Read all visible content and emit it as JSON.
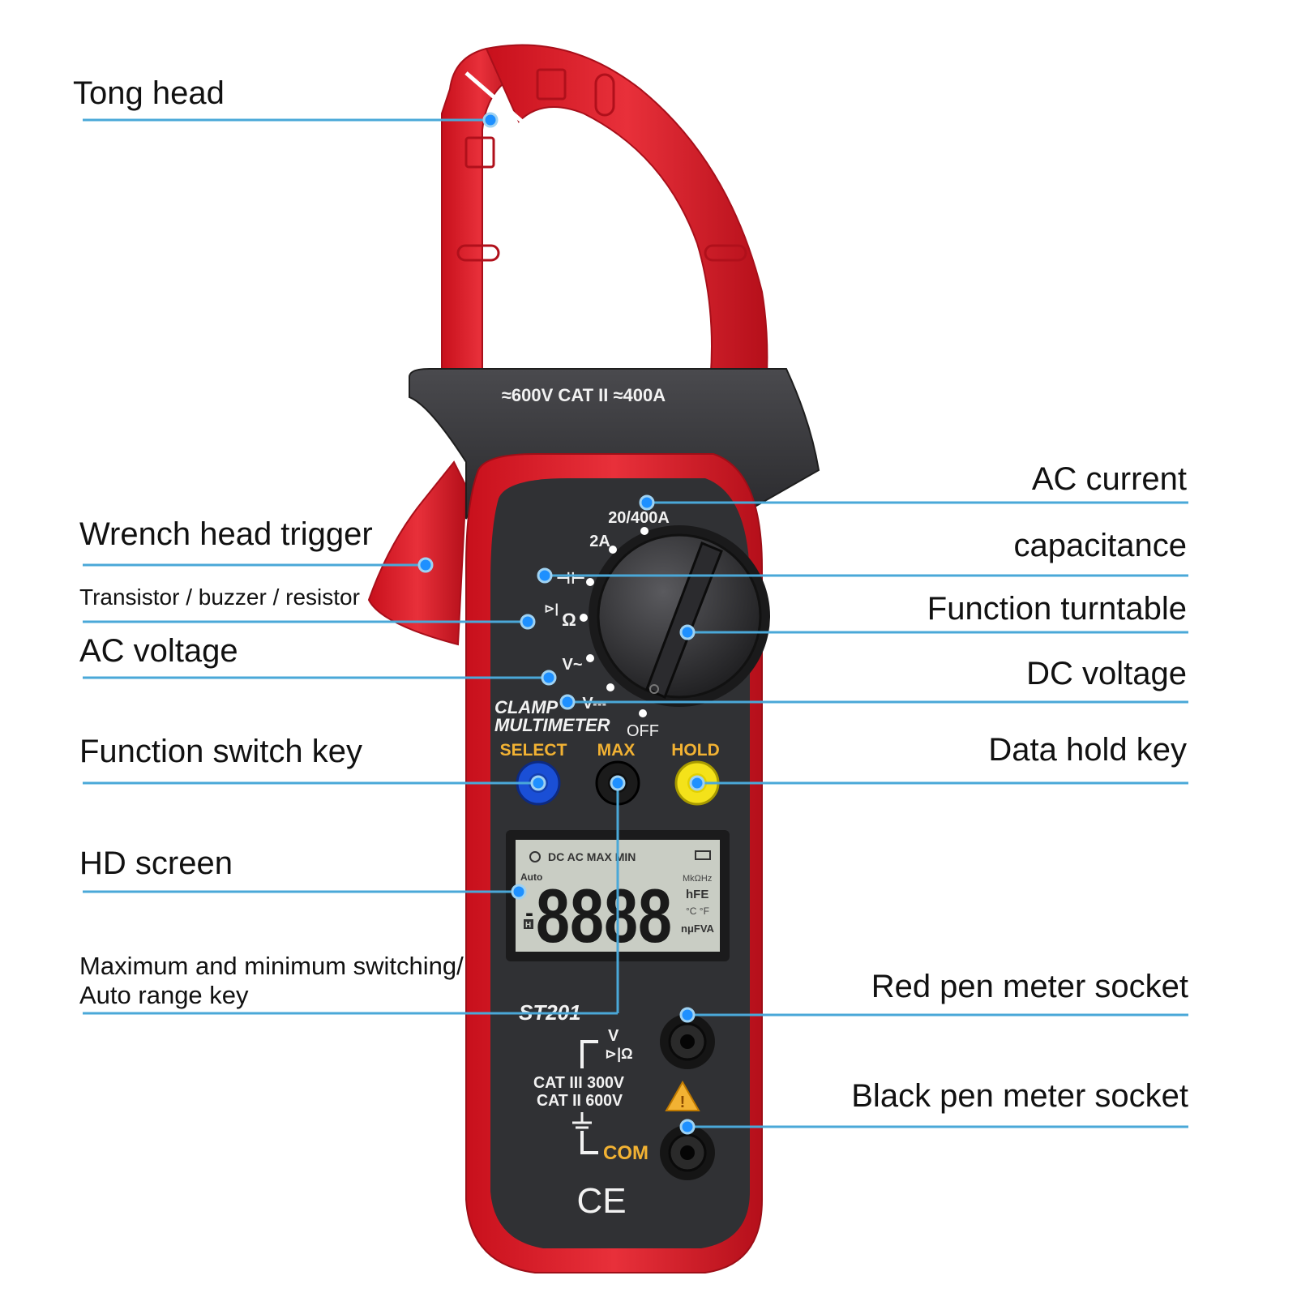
{
  "colors": {
    "body_red": "#e0202e",
    "body_red_dark": "#b8131f",
    "body_gray": "#3a3a3d",
    "face_gray": "#2f3033",
    "callout_line": "#4aa8d8",
    "callout_dot": "#1e90ff",
    "label_text": "#111111",
    "device_text": "#f2f2f2",
    "key_label_gold": "#f2b233",
    "select_key": "#1a4fd6",
    "max_key": "#1b1b1b",
    "hold_key": "#f4e21a",
    "lcd_bg": "#c9cdc4",
    "lcd_digits": "#1a1a1a"
  },
  "labels": {
    "tong_head": "Tong head",
    "wrench_head_trigger": "Wrench head trigger",
    "transistor_buzzer_resistor": "Transistor / buzzer / resistor",
    "ac_voltage": "AC voltage",
    "function_switch_key": "Function switch key",
    "hd_screen": "HD screen",
    "max_min_line1": "Maximum and minimum switching/",
    "max_min_line2": "Auto range key",
    "ac_current": "AC current",
    "capacitance": "capacitance",
    "function_turntable": "Function turntable",
    "dc_voltage": "DC voltage",
    "data_hold_key": "Data hold key",
    "red_pen_socket": "Red pen meter socket",
    "black_pen_socket": "Black pen meter socket"
  },
  "device": {
    "rating": "≈600V CAT II ≈400A",
    "dial_20_400a": "20/400A",
    "dial_2a": "2A",
    "dial_cap": "⊣⊢",
    "dial_ohm": "Ω",
    "dial_diode": "⊳|",
    "dial_vac": "V~",
    "dial_vdc": "V⎓",
    "dial_off": "OFF",
    "brand_line1": "CLAMP",
    "brand_line2": "MULTIMETER",
    "key_select": "SELECT",
    "key_max": "MAX",
    "key_hold": "HOLD",
    "lcd_top": "DC AC   MAX MIN",
    "lcd_auto": "Auto",
    "lcd_digits": "8888",
    "lcd_minus": "-",
    "lcd_hold_box": "H",
    "lcd_unit1": "MkΩHz",
    "lcd_unit2": "hFE",
    "lcd_unit3": "°C °F",
    "lcd_unit4": "nμFVA",
    "model": "ST201",
    "socket_v": "V",
    "socket_ohm": "⊳|Ω",
    "cat3": "CAT III 300V",
    "cat2": "CAT II 600V",
    "com": "COM",
    "ce": "CE"
  }
}
